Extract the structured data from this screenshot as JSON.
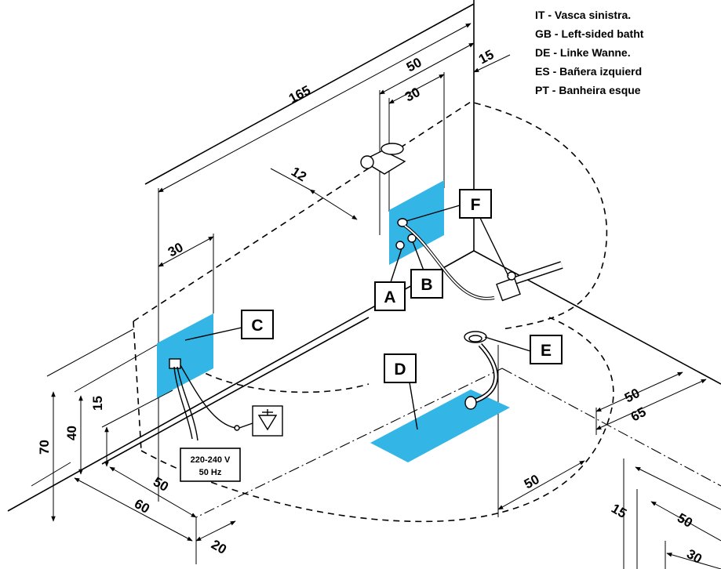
{
  "legend": {
    "it": "IT  - Vasca sinistra.",
    "gb": "GB - Left-sided batht",
    "de": "DE - Linke Wanne.",
    "es": "ES - Bañera izquierd",
    "pt": "PT - Banheira esque"
  },
  "labels": {
    "a": "A",
    "b": "B",
    "c": "C",
    "d": "D",
    "e": "E",
    "f": "F"
  },
  "power": {
    "voltage": "220-240 V",
    "frequency": "50 Hz"
  },
  "dimensions": {
    "d165": "165",
    "d50_top": "50",
    "d15_top": "15",
    "d30_top": "30",
    "d12": "12",
    "d30_left": "30",
    "d70": "70",
    "d40": "40",
    "d15_left": "15",
    "d50_bottom": "50",
    "d60": "60",
    "d20": "20",
    "d50_mid": "50",
    "d50_right": "50",
    "d65": "65",
    "d15_inset": "15",
    "d50_inset": "50",
    "d30_inset": "30"
  },
  "colors": {
    "panel": "#33b6e6",
    "line": "#000000"
  }
}
